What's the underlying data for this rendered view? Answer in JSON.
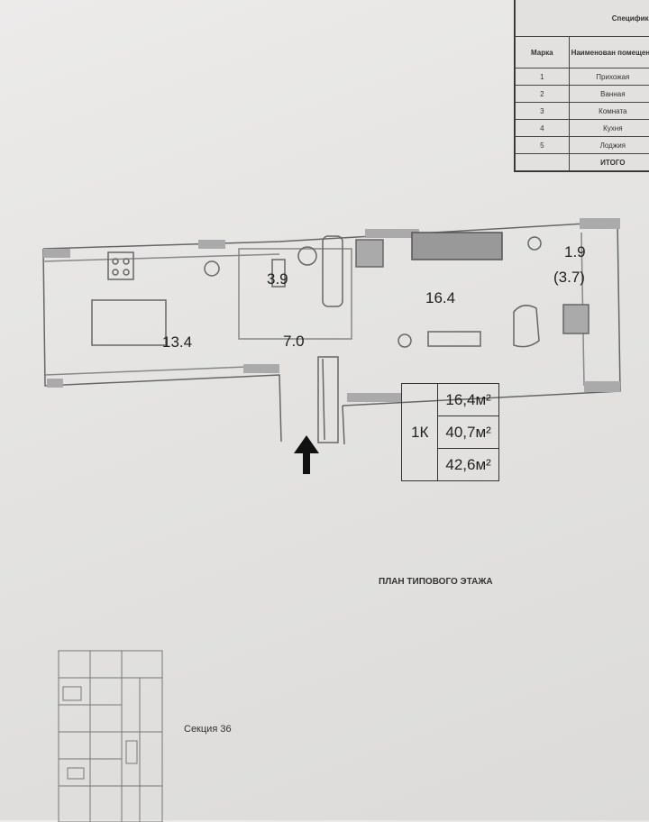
{
  "specification": {
    "title": "Специфика",
    "headers": [
      "Марка",
      "Наименован помещени"
    ],
    "rows": [
      {
        "mark": "1",
        "name": "Прихожая"
      },
      {
        "mark": "2",
        "name": "Ванная"
      },
      {
        "mark": "3",
        "name": "Комната"
      },
      {
        "mark": "4",
        "name": "Кухня"
      },
      {
        "mark": "5",
        "name": "Лоджия"
      },
      {
        "mark": "",
        "name": "ИТОГО"
      }
    ]
  },
  "plan": {
    "kitchen_area": "13.4",
    "bathroom_area": "3.9",
    "hallway_area": "7.0",
    "room_area": "16.4",
    "loggia_area": "1.9",
    "loggia_full_area": "(3.7)"
  },
  "summary": {
    "type": "1К",
    "living_area": "16,4м²",
    "total_area": "40,7м²",
    "total_with_loggia": "42,6м²"
  },
  "floorplan_title": "ПЛАН ТИПОВОГО ЭТАЖА",
  "section_label": "Секция 36"
}
